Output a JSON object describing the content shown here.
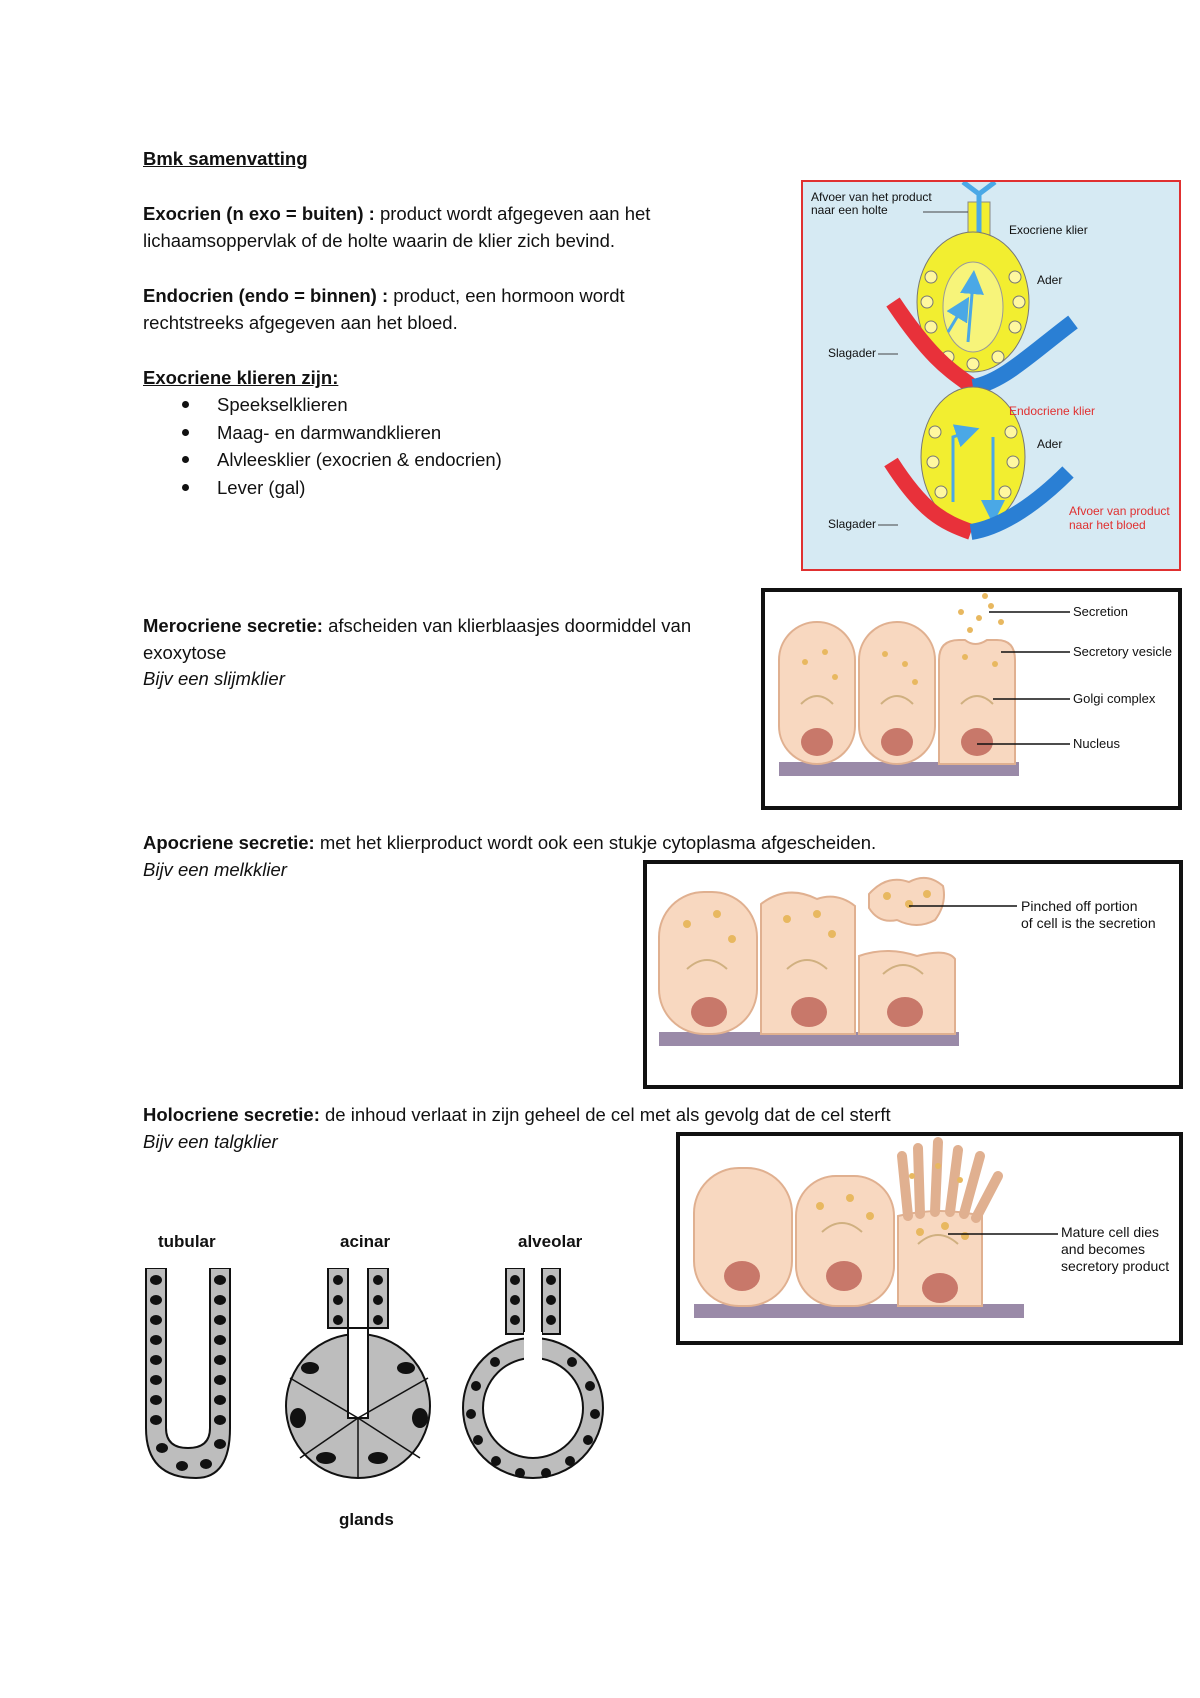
{
  "title": "Bmk samenvatting",
  "exocrien": {
    "term": "Exocrien (n exo = buiten) :",
    "line1": " product wordt afgegeven aan het",
    "line2": "lichaamsoppervlak of de holte waarin de klier zich bevind."
  },
  "endocrien": {
    "term": "Endocrien (endo = binnen) :",
    "line1": " product, een hormoon wordt",
    "line2": "rechtstreeks afgegeven aan het bloed."
  },
  "exocriene_klieren": {
    "heading": "Exocriene klieren zijn:",
    "items": [
      "Speekselklieren",
      "Maag- en darmwandklieren",
      "Alvleesklier (exocrien & endocrien)",
      "Lever (gal)"
    ]
  },
  "merocriene": {
    "term": "Merocriene secretie:",
    "line1": " afscheiden van klierblaasjes doormiddel van",
    "line2": "exoxytose",
    "example": "Bijv een slijmklier"
  },
  "apocriene": {
    "term": "Apocriene secretie:",
    "line1": " met het klierproduct wordt ook een stukje cytoplasma afgescheiden.",
    "example": "Bijv een melkklier"
  },
  "holocriene": {
    "term": "Holocriene secretie:",
    "line1": " de inhoud verlaat in zijn geheel de cel met als gevolg dat de cel sterft",
    "example": "Bijv een talgklier"
  },
  "gland_figure": {
    "labels": {
      "afvoer_holte": "Afvoer van het product naar een holte",
      "exocriene_klier": "Exocriene klier",
      "ader1": "Ader",
      "slagader1": "Slagader",
      "endocriene_klier": "Endocriene klier",
      "ader2": "Ader",
      "slagader2": "Slagader",
      "afvoer_bloed": "Afvoer van product naar het bloed"
    },
    "colors": {
      "border": "#e03030",
      "gland": "#f2ee30",
      "artery": "#e8313a",
      "vein": "#2a7fd4",
      "arrow": "#4aa8e6"
    }
  },
  "merocrine_figure": {
    "labels": [
      "Secretion",
      "Secretory vesicle",
      "Golgi complex",
      "Nucleus"
    ]
  },
  "apocrine_figure": {
    "labels": [
      "Pinched off portion",
      "of cell is the secretion"
    ]
  },
  "holocrine_figure": {
    "labels": [
      "Mature cell dies",
      "and becomes",
      "secretory product"
    ]
  },
  "gland_types": {
    "labels": [
      "tubular",
      "acinar",
      "alveolar"
    ],
    "caption": "glands"
  }
}
